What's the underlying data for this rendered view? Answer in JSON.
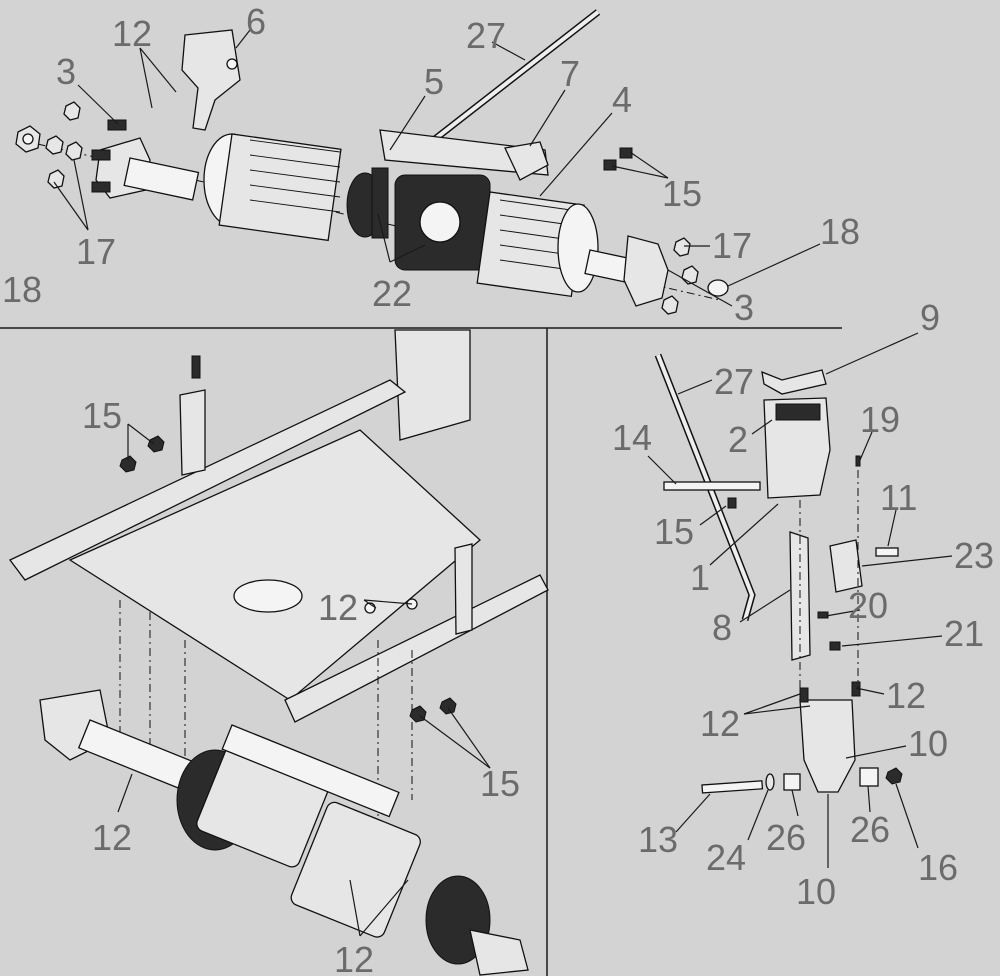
{
  "callouts": [
    {
      "id": "c12a",
      "text": "12"
    },
    {
      "id": "c6",
      "text": "6"
    },
    {
      "id": "c27a",
      "text": "27"
    },
    {
      "id": "c3a",
      "text": "3"
    },
    {
      "id": "c7",
      "text": "7"
    },
    {
      "id": "c5",
      "text": "5"
    },
    {
      "id": "c4",
      "text": "4"
    },
    {
      "id": "c15a",
      "text": "15"
    },
    {
      "id": "c17a",
      "text": "17"
    },
    {
      "id": "c18a",
      "text": "18"
    },
    {
      "id": "c22",
      "text": "22"
    },
    {
      "id": "c17b",
      "text": "17"
    },
    {
      "id": "c18b",
      "text": "18"
    },
    {
      "id": "c3b",
      "text": "3"
    },
    {
      "id": "c9",
      "text": "9"
    },
    {
      "id": "c27b",
      "text": "27"
    },
    {
      "id": "c2",
      "text": "2"
    },
    {
      "id": "c14",
      "text": "14"
    },
    {
      "id": "c19",
      "text": "19"
    },
    {
      "id": "c11",
      "text": "11"
    },
    {
      "id": "c15b",
      "text": "15"
    },
    {
      "id": "c23",
      "text": "23"
    },
    {
      "id": "c1",
      "text": "1"
    },
    {
      "id": "c20",
      "text": "20"
    },
    {
      "id": "c8",
      "text": "8"
    },
    {
      "id": "c21",
      "text": "21"
    },
    {
      "id": "c12b",
      "text": "12"
    },
    {
      "id": "c12c",
      "text": "12"
    },
    {
      "id": "c10a",
      "text": "10"
    },
    {
      "id": "c13",
      "text": "13"
    },
    {
      "id": "c24",
      "text": "24"
    },
    {
      "id": "c26a",
      "text": "26"
    },
    {
      "id": "c26b",
      "text": "26"
    },
    {
      "id": "c16",
      "text": "16"
    },
    {
      "id": "c10b",
      "text": "10"
    },
    {
      "id": "c15c",
      "text": "15"
    },
    {
      "id": "c12d",
      "text": "12"
    },
    {
      "id": "c15d",
      "text": "15"
    },
    {
      "id": "c12e",
      "text": "12"
    },
    {
      "id": "c12f",
      "text": "12"
    }
  ],
  "colors": {
    "background": "#d3d3d3",
    "callout_text": "#6b6b6b",
    "linework": "#111111"
  }
}
